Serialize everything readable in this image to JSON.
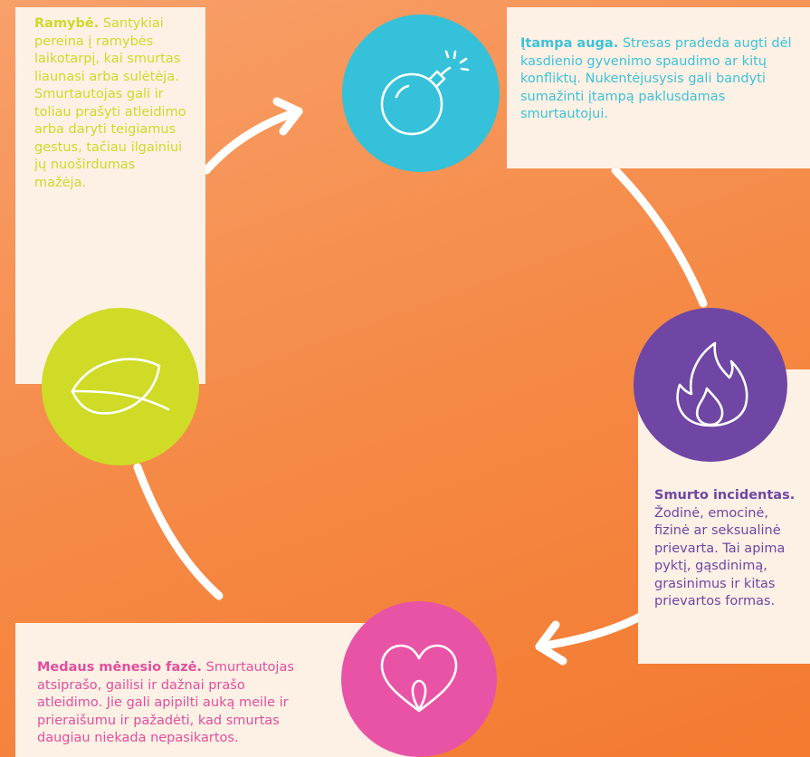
{
  "stages": {
    "calm": {
      "title": "Ramybė.",
      "text": " Santykiai pereina į ramybės laikotarpį, kai smurtas liaunasi arba sulėtėja. Smurtautojas gali ir toliau prašyti atleidimo arba daryti teigiamus gestus, tačiau ilgainiui jų nuoširdumas mažėja.",
      "icon": "leaf-icon",
      "color": "#cfdb26"
    },
    "tension": {
      "title": "Įtampa auga.",
      "text": " Stresas pradeda augti dėl kasdienio gyvenimo spaudimo ar kitų konfliktų. Nukentėjusysis gali bandyti sumažinti įtampą paklusdamas smurtautojui.",
      "icon": "bomb-icon",
      "color": "#34c1d9"
    },
    "incident": {
      "title": "Smurto incidentas.",
      "text": " Žodinė, emocinė, fizinė ar seksualinė prievarta. Tai apima pyktį, gąsdinimą, grasinimus ir kitas prievartos formas.",
      "icon": "fire-icon",
      "color": "#6f46a4"
    },
    "honeymoon": {
      "title": "Medaus mėnesio fazė.",
      "text": " Smurtautojas atsiprašo, gailisi ir dažnai prašo atleidimo. Jie gali apipilti auką meile ir prieraišumu ir pažadėti, kad smurtas daugiau niekada nepasikartos.",
      "icon": "heart-icon",
      "color": "#e953a6"
    }
  },
  "colors": {
    "background": "#f58c4a",
    "box": "#fdf0e4",
    "arrow": "#ffffff"
  }
}
